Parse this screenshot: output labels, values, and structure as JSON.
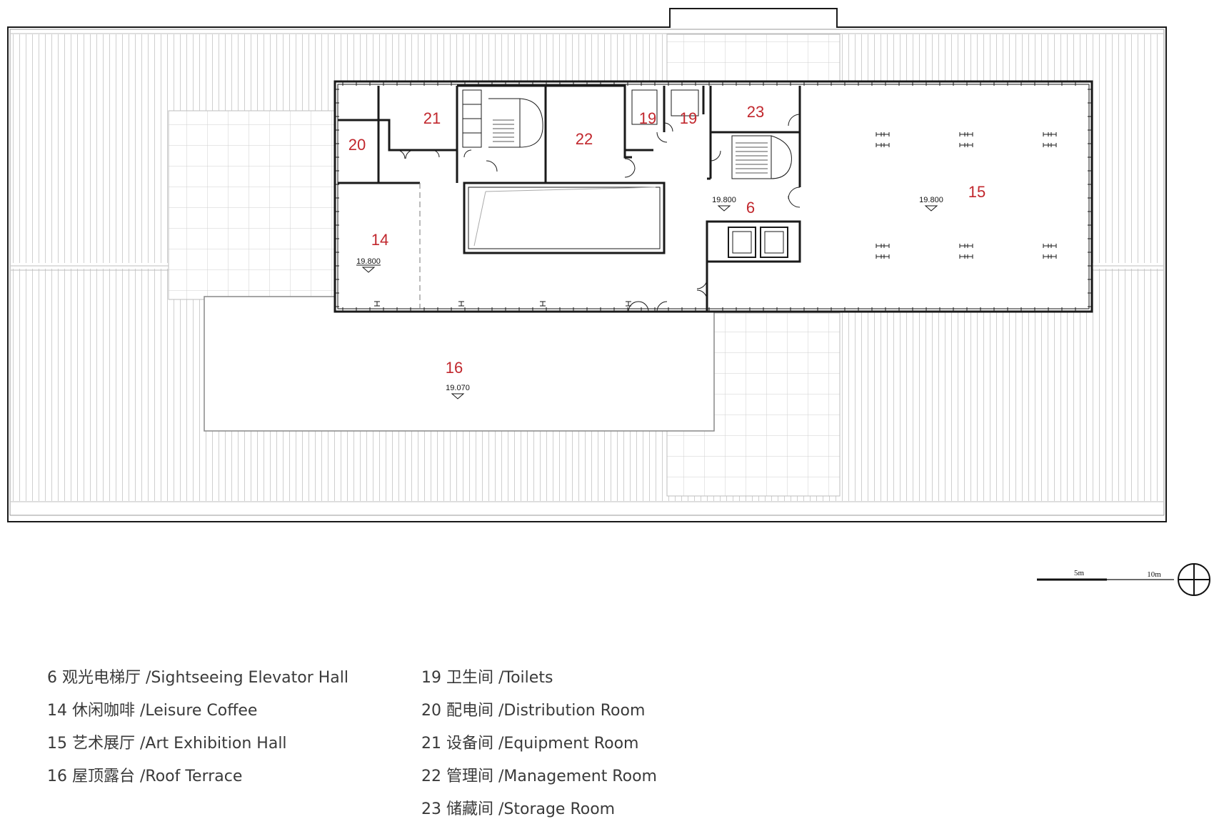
{
  "room_labels": {
    "r6": "6",
    "r14": "14",
    "r15": "15",
    "r16": "16",
    "r19a": "19",
    "r19b": "19",
    "r20": "20",
    "r21": "21",
    "r22": "22",
    "r23": "23"
  },
  "levels": {
    "cafe": "19.800",
    "elevator_hall": "19.800",
    "exhibition": "19.800",
    "terrace": "19.070"
  },
  "scale_bar": {
    "mid_label": "5m",
    "end_label": "10m"
  },
  "legend_left": [
    "6 观光电梯厅 /Sightseeing Elevator Hall",
    "14 休闲咖啡 /Leisure Coffee",
    "15 艺术展厅 /Art Exhibition Hall",
    "16 屋顶露台 /Roof Terrace"
  ],
  "legend_right": [
    "19 卫生间 /Toilets",
    "20 配电间 /Distribution Room",
    "21 设备间 /Equipment Room",
    "22 管理间 /Management Room",
    "23 储藏间 /Storage Room"
  ],
  "colors": {
    "label_red": "#c1272d",
    "line": "#1a1a1a",
    "hatch": "#c8c8c8"
  }
}
